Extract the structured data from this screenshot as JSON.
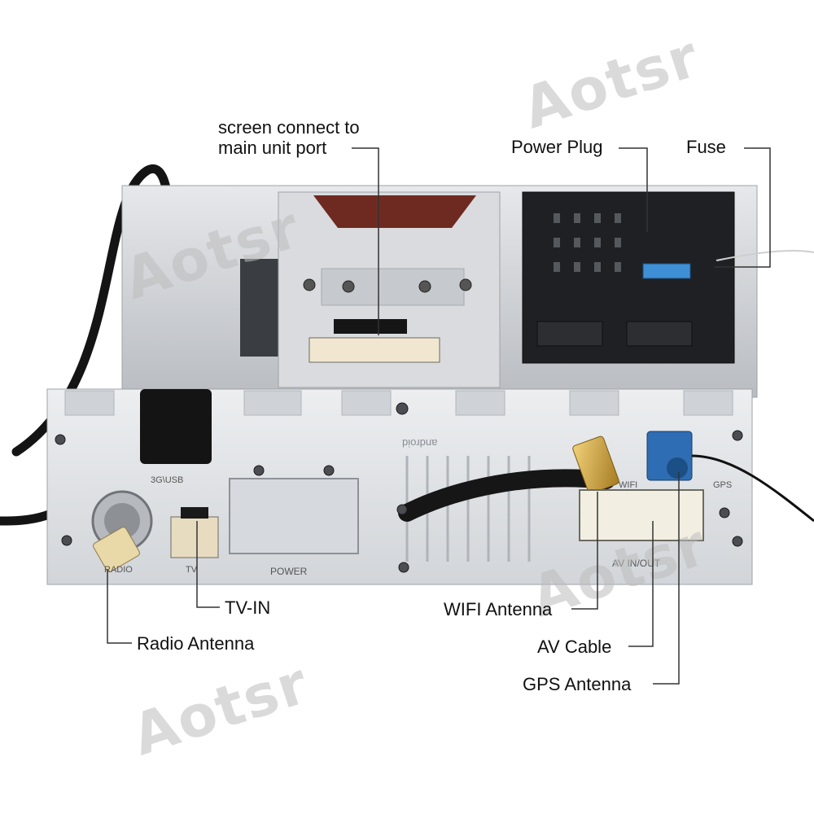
{
  "brand": {
    "watermark": "Aotsr"
  },
  "callouts": {
    "screen_port": "screen connect to main unit port",
    "power_plug": "Power Plug",
    "fuse": "Fuse",
    "tv_in": "TV-IN",
    "radio_antenna": "Radio Antenna",
    "wifi_antenna": "WIFI Antenna",
    "av_cable": "AV Cable",
    "gps_antenna": "GPS Antenna"
  },
  "panel_markings": {
    "usb": "3G\\USB",
    "radio": "RADIO",
    "tv": "TV",
    "power": "POWER",
    "av": "AV IN/OUT",
    "gps": "GPS",
    "wifi": "WIFI",
    "android": "android"
  },
  "colors": {
    "chassis": "#c9ccd0",
    "panel": "#dfe1e4",
    "connector_black": "#1c1c1e",
    "antenna_gold": "#c8a24a",
    "fakra_blue": "#2e6db3",
    "fuse_blue": "#3f8fd6",
    "radio_plug": "#e9d9a8"
  }
}
